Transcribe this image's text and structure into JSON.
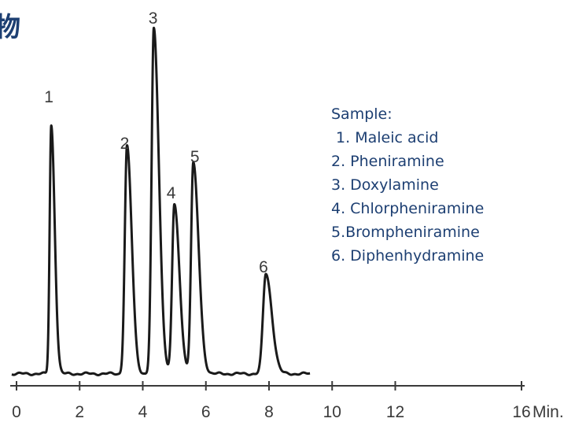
{
  "header": {
    "title_fragment": "物"
  },
  "legend": {
    "heading": "Sample:",
    "items": [
      " 1. Maleic acid",
      "2. Pheniramine",
      "3. Doxylamine",
      "4. Chlorpheniramine",
      "5.Brompheniramine",
      "6. Diphenhydramine"
    ]
  },
  "colors": {
    "trace": "#1a1a1a",
    "axis": "#3a3a3a",
    "text": "#3a3a3a",
    "accent": "#1d3f72"
  },
  "chart_data": {
    "type": "line",
    "title": "",
    "xlabel": "Min.",
    "ylabel": "",
    "xlim": [
      0,
      16
    ],
    "ylim": [
      0,
      100
    ],
    "x_ticks": [
      0,
      2,
      4,
      6,
      8,
      10,
      12,
      16
    ],
    "grid": false,
    "baseline_end_min": 9.3,
    "peaks": [
      {
        "label": "1",
        "retention_min": 1.1,
        "height": 72
      },
      {
        "label": "2",
        "retention_min": 3.5,
        "height": 66
      },
      {
        "label": "3",
        "retention_min": 4.35,
        "height": 100
      },
      {
        "label": "4",
        "retention_min": 5.0,
        "height": 49
      },
      {
        "label": "5",
        "retention_min": 5.6,
        "height": 61
      },
      {
        "label": "6",
        "retention_min": 7.9,
        "height": 29
      }
    ]
  }
}
